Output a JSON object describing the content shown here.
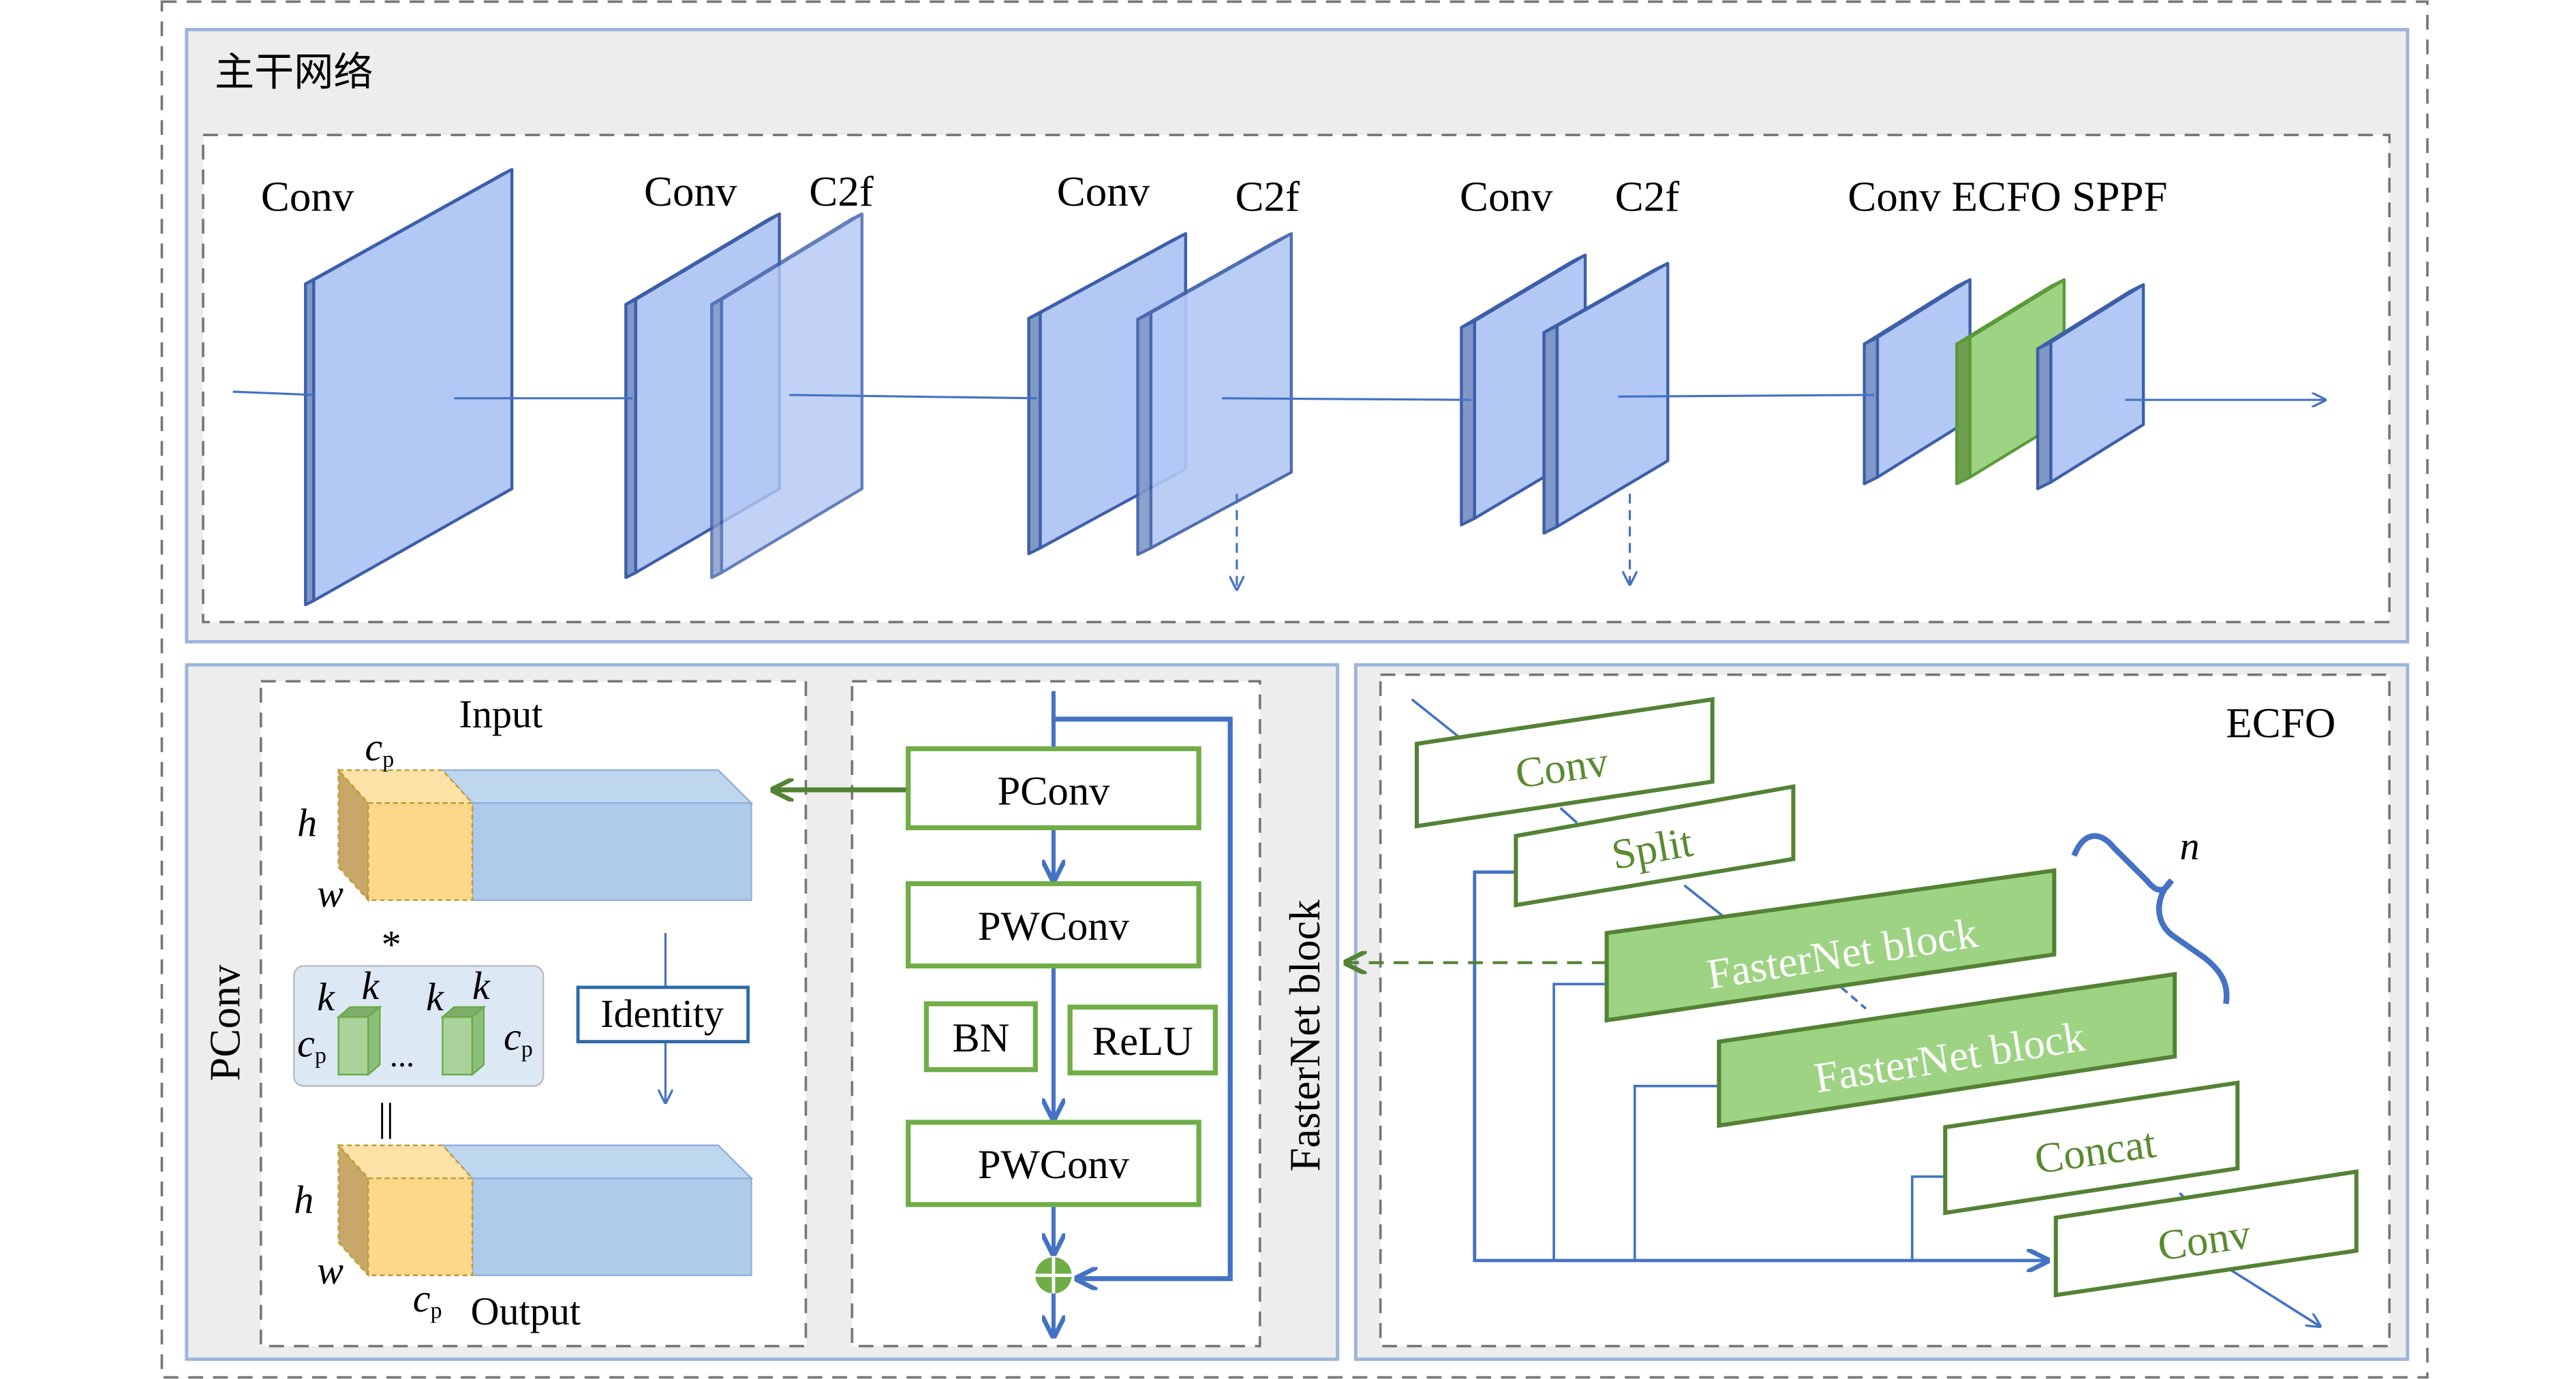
{
  "backbone": {
    "title": "主干网络",
    "layer_labels": [
      "Conv",
      "Conv",
      "C2f",
      "Conv",
      "C2f",
      "Conv",
      "C2f",
      "Conv ECFO SPPF"
    ]
  },
  "pconv": {
    "side_label": "PConv",
    "input_label": "Input",
    "output_label": "Output",
    "cp": "c",
    "cp_sub": "p",
    "h": "h",
    "w": "w",
    "k": "k",
    "conv_op": "*",
    "equals": "||",
    "ellipsis": "...",
    "identity": "Identity"
  },
  "fasternet": {
    "side_label": "FasterNet block",
    "blocks": [
      "PConv",
      "PWConv",
      "BN",
      "ReLU",
      "PWConv"
    ]
  },
  "ecfo": {
    "title": "ECFO",
    "blocks": [
      "Conv",
      "Split",
      "FasterNet block",
      "FasterNet block",
      "Concat",
      "Conv"
    ],
    "repeat": "n"
  },
  "colors": {
    "layer_blue": "#b3c8f5",
    "layer_edge": "#3d5fa8",
    "ecfo_green": "#9dd383",
    "green_edge": "#5a9a3a",
    "arrow_blue": "#4472c4",
    "panel_gray": "#ededed",
    "cube_orange": "#fdd37a",
    "tensor_blue": "#aecbe9"
  }
}
